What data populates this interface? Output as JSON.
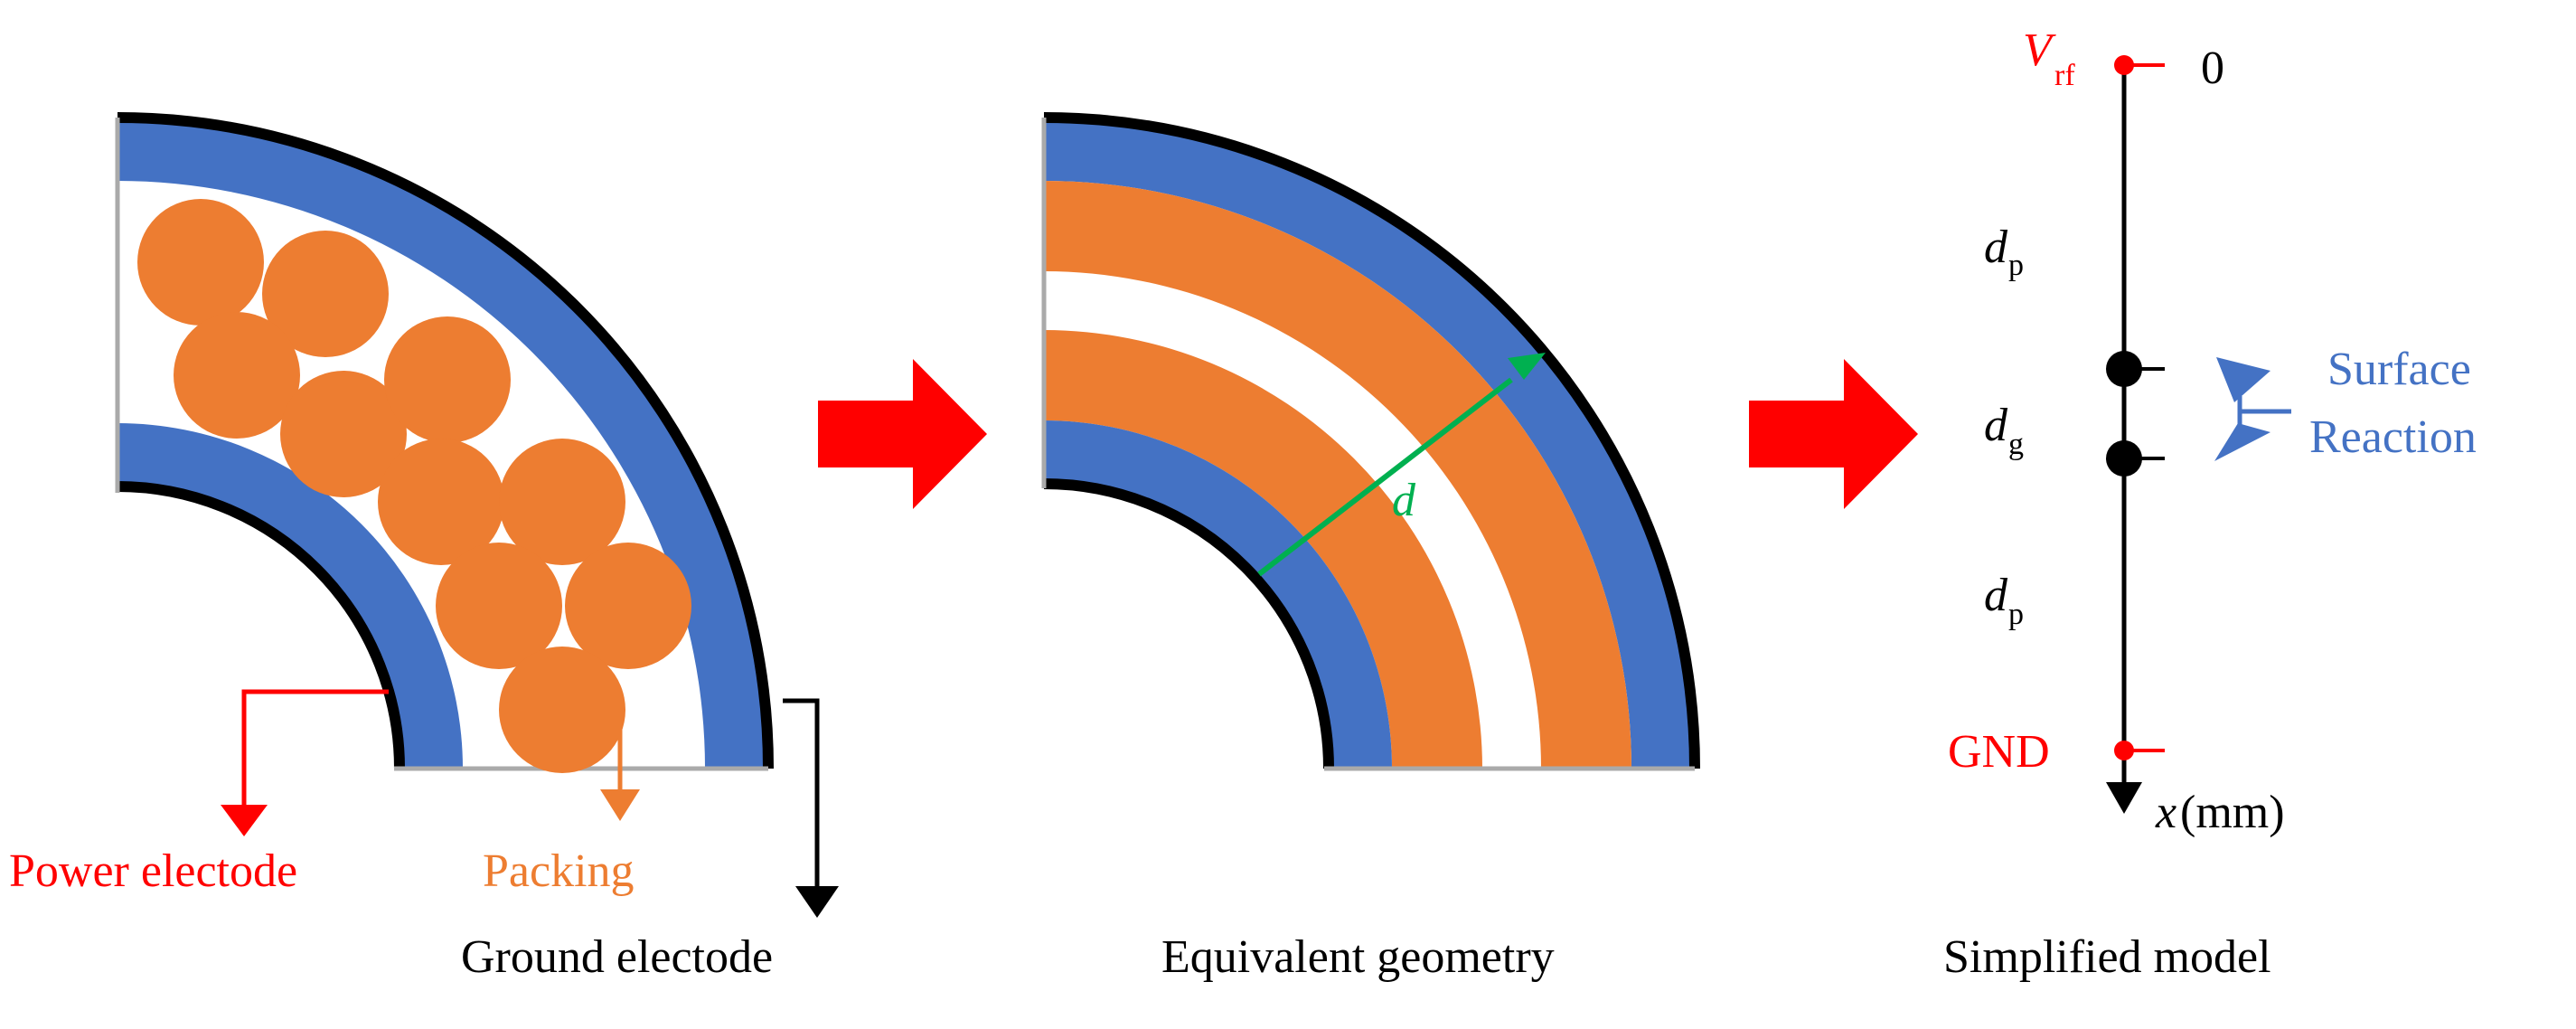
{
  "colors": {
    "electrode_blue": "#4472C4",
    "packing_orange": "#ED7D31",
    "outline_black": "#000000",
    "flow_arrow_red": "#FF0000",
    "gap_line_green": "#00B050",
    "label_red": "#FF0000",
    "label_orange": "#ED7D31",
    "label_blue": "#4472C4"
  },
  "panel_left": {
    "caption": "Ground electode",
    "power_label": "Power electode",
    "packing_label": "Packing"
  },
  "panel_middle": {
    "caption": "Equivalent geometry",
    "gap_label": "d"
  },
  "panel_right": {
    "caption": "Simplified model",
    "top_label_main": "V",
    "top_label_sub": "rf",
    "top_value": "0",
    "dp1_main": "d",
    "dp1_sub": "p",
    "dg_main": "d",
    "dg_sub": "g",
    "dp2_main": "d",
    "dp2_sub": "p",
    "bottom_label": "GND",
    "axis_var": "x",
    "axis_unit": "(mm)",
    "surface_line1": "Surface",
    "surface_line2": "Reaction"
  },
  "icons": [
    "flow-arrow-icon",
    "down-arrow-icon"
  ]
}
